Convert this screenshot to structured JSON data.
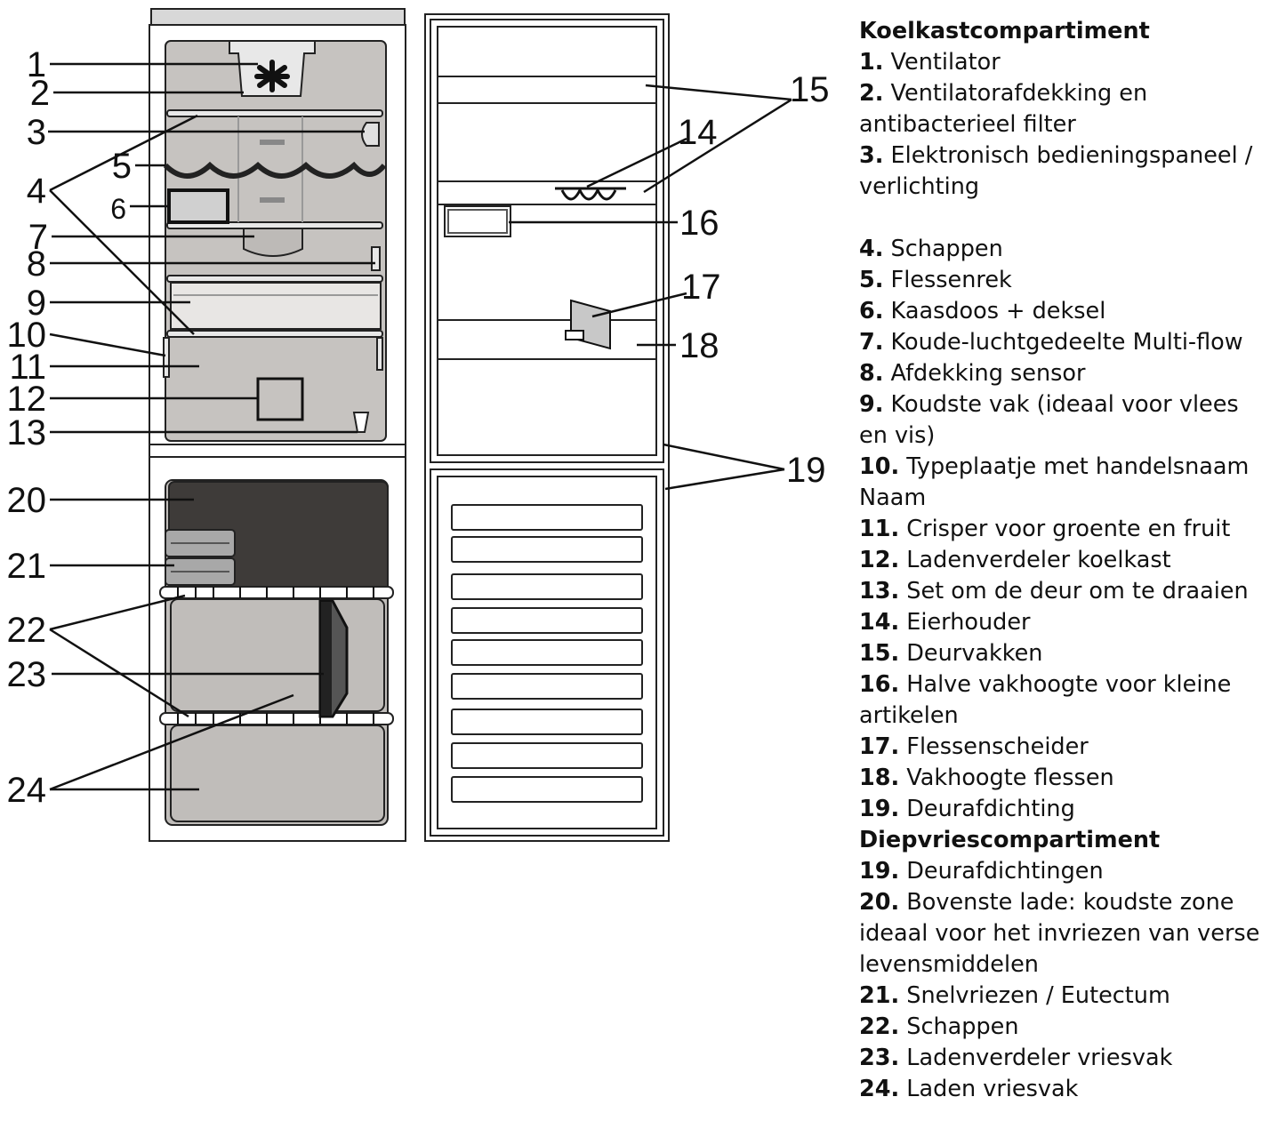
{
  "callouts": [
    "1",
    "2",
    "3",
    "4",
    "5",
    "6",
    "7",
    "8",
    "9",
    "10",
    "11",
    "12",
    "13",
    "14",
    "15",
    "16",
    "17",
    "18",
    "19",
    "20",
    "21",
    "22",
    "23",
    "24"
  ],
  "legend": {
    "fridge_heading": "Koelkastcompartiment",
    "freezer_heading": "Diepvriescompartiment",
    "fridge_items": [
      {
        "num": "1.",
        "text": "Ventilator"
      },
      {
        "num": "2.",
        "text": "Ventilatorafdekking en antibacterieel filter"
      },
      {
        "num": "3.",
        "text": "Elektronisch bedieningspaneel / verlichting"
      },
      {
        "num": "4.",
        "text": "Schappen"
      },
      {
        "num": "5.",
        "text": "Flessenrek"
      },
      {
        "num": "6.",
        "text": "Kaasdoos + deksel"
      },
      {
        "num": "7.",
        "text": "Koude-luchtgedeelte Multi-flow"
      },
      {
        "num": "8.",
        "text": "Afdekking sensor"
      },
      {
        "num": "9.",
        "text": "Koudste vak (ideaal voor vlees en vis)"
      },
      {
        "num": "10.",
        "text": "Typeplaatje met handelsnaam Naam"
      },
      {
        "num": "11.",
        "text": "Crisper voor groente en fruit"
      },
      {
        "num": "12.",
        "text": "Ladenverdeler koelkast"
      },
      {
        "num": "13.",
        "text": "Set om de deur om te draaien"
      },
      {
        "num": "14.",
        "text": "Eierhouder"
      },
      {
        "num": "15.",
        "text": "Deurvakken"
      },
      {
        "num": "16.",
        "text": "Halve vakhoogte voor kleine artikelen"
      },
      {
        "num": "17.",
        "text": "Flessenscheider"
      },
      {
        "num": "18.",
        "text": "Vakhoogte flessen"
      },
      {
        "num": "19.",
        "text": "Deurafdichting"
      }
    ],
    "freezer_items": [
      {
        "num": "19.",
        "text": "Deurafdichtingen"
      },
      {
        "num": "20.",
        "text": "Bovenste lade: koudste zone ideaal voor het invriezen van verse levensmiddelen"
      },
      {
        "num": "21.",
        "text": "Snelvriezen / Eutectum"
      },
      {
        "num": "22.",
        "text": "Schappen"
      },
      {
        "num": "23.",
        "text": "Ladenverdeler vriesvak"
      },
      {
        "num": "24.",
        "text": "Laden vriesvak"
      }
    ]
  }
}
